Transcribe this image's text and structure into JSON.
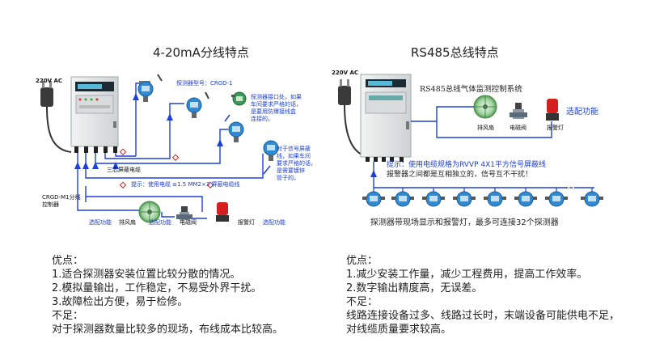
{
  "left": {
    "title": "4-20mA分线特点",
    "power_label": "220V AC",
    "detector_model": "探测器型号：CRGD-1",
    "note1": [
      "探测器接口处，如果",
      "车间要求严格的话，",
      "是要用防爆接线盒",
      "连接的。"
    ],
    "note2": [
      "对于信号屏蔽",
      "线，如果车间",
      "要求严格的话，",
      "是需要镀锌",
      "管子的。"
    ],
    "cable_label": "三芯屏蔽电缆",
    "tip": "提示：使用电缆 ≥1.5 MM2×3 屏蔽电缆线",
    "controller_label": [
      "CRGD-M1分线",
      "控制器"
    ],
    "device_labels": {
      "link1": "选配功能",
      "fan": "排风扇",
      "link2": "选配功能",
      "valve": "电磁阀",
      "alarm": "报警灯",
      "link3": "选配功能"
    },
    "pros_title": "优点：",
    "pros": [
      "1.适合探测器安装位置比较分散的情况。",
      "2.模拟量输出，工作稳定，不易受外界干扰。",
      "3.故障检出方便，易于检修。"
    ],
    "cons_title": "不足：",
    "cons": [
      "对于探测器数量比较多的现场，布线成本比较高。"
    ]
  },
  "right": {
    "title": "RS485总线特点",
    "power_label": "220V AC",
    "system_label": "RS485总线气体监测控制系统",
    "optional": "选配功能",
    "fan": "排风扇",
    "valve": "电磁阀",
    "alarm": "报警灯",
    "tip": "提示：使用电缆规格为RVVP 4X1平方信号屏蔽线",
    "independent": "报警器之间都是互相独立的，信号互不干扰！",
    "detectors_caption": "探测器带现场显示和报警灯，最多可连接32个探测器",
    "pros_title": "优点：",
    "pros": [
      "1.减少安装工作量，减少工程费用，提高工作效率。",
      "2.数字输出精度高，无误差。"
    ],
    "cons_title": "不足：",
    "cons": [
      "线路连接设备过多、线路过长时，末端设备可能供电不足，",
      "对线缆质量要求较高。"
    ]
  },
  "colors": {
    "wire": "#1f40d8",
    "cabinet": "#e8eaea",
    "detector_blue": "#2f8ad6",
    "green_detector": "#3a9a5a",
    "alarm_red": "#d62020"
  }
}
